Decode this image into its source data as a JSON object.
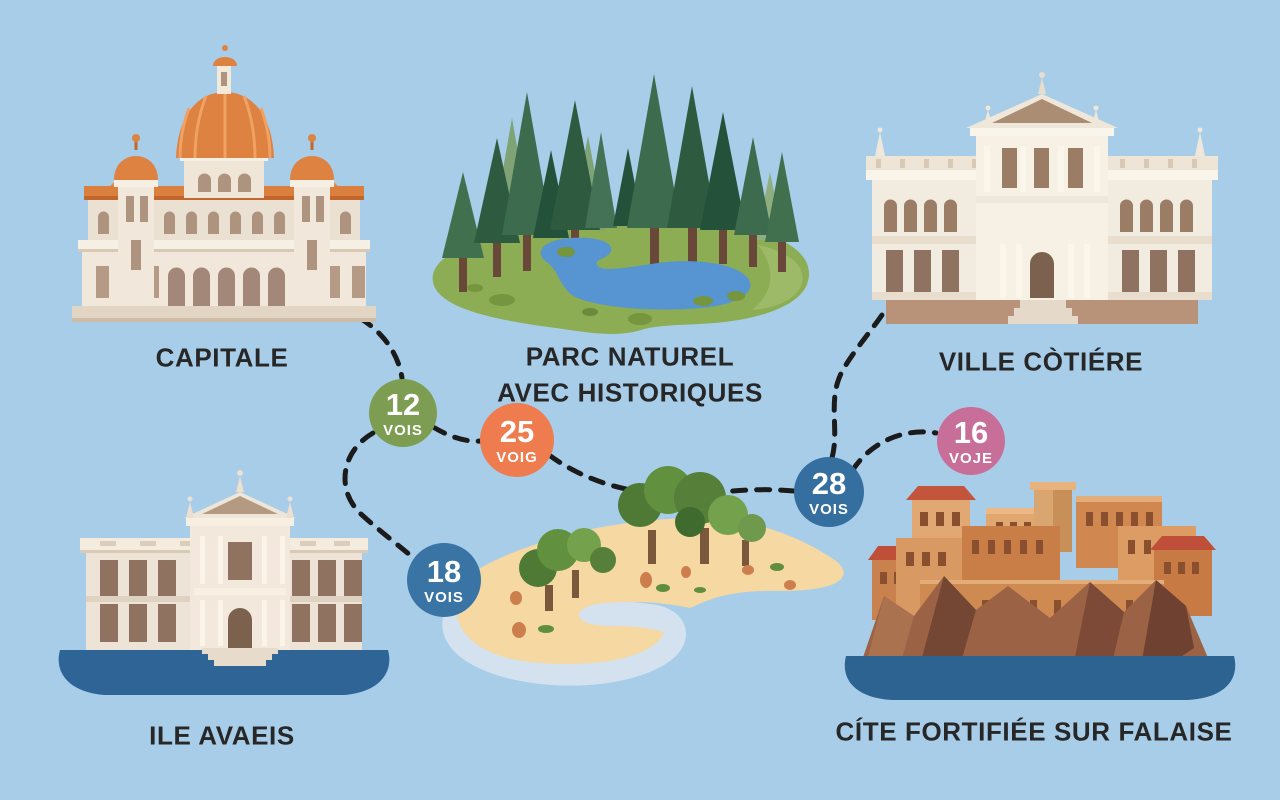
{
  "canvas": {
    "background_color": "#a8cde9",
    "route_line_color": "#1b1b1b"
  },
  "destinations": [
    {
      "id": "capitale",
      "label": "CAPITALE",
      "illustration": "domed-capitol-building"
    },
    {
      "id": "parc",
      "label_lines": [
        "PARC NATUREL",
        "AVEC HISTORIQUES"
      ],
      "illustration": "pine-forest-with-lake"
    },
    {
      "id": "ville",
      "label": "VILLE CÒTIÉRE",
      "illustration": "classical-coastal-mansion"
    },
    {
      "id": "ile",
      "label": "ILE AVAEIS",
      "illustration": "palace-on-blue-island"
    },
    {
      "id": "plage",
      "label": "",
      "illustration": "sandy-beach-island"
    },
    {
      "id": "cite",
      "label": "CÍTE FORTIFIÉE SUR FALAISE",
      "illustration": "fortified-clifftop-city"
    }
  ],
  "badges": [
    {
      "id": "badge-12",
      "value": "12",
      "unit": "VOIS",
      "color": "#7d9e52"
    },
    {
      "id": "badge-25",
      "value": "25",
      "unit": "VOIG",
      "color": "#ee7c4e"
    },
    {
      "id": "badge-18",
      "value": "18",
      "unit": "VOIS",
      "color": "#3a74a4"
    },
    {
      "id": "badge-28",
      "value": "28",
      "unit": "VOIS",
      "color": "#356f9f"
    },
    {
      "id": "badge-16",
      "value": "16",
      "unit": "VOJE",
      "color": "#c76f98"
    }
  ],
  "edges": [
    {
      "from": "capitale",
      "to": "badge-12"
    },
    {
      "from": "badge-12",
      "to": "badge-25"
    },
    {
      "from": "badge-12",
      "to": "badge-18"
    },
    {
      "from": "badge-18",
      "to": "plage"
    },
    {
      "from": "badge-25",
      "to": "badge-28"
    },
    {
      "from": "badge-28",
      "to": "badge-16"
    },
    {
      "from": "badge-28",
      "to": "ville"
    }
  ]
}
